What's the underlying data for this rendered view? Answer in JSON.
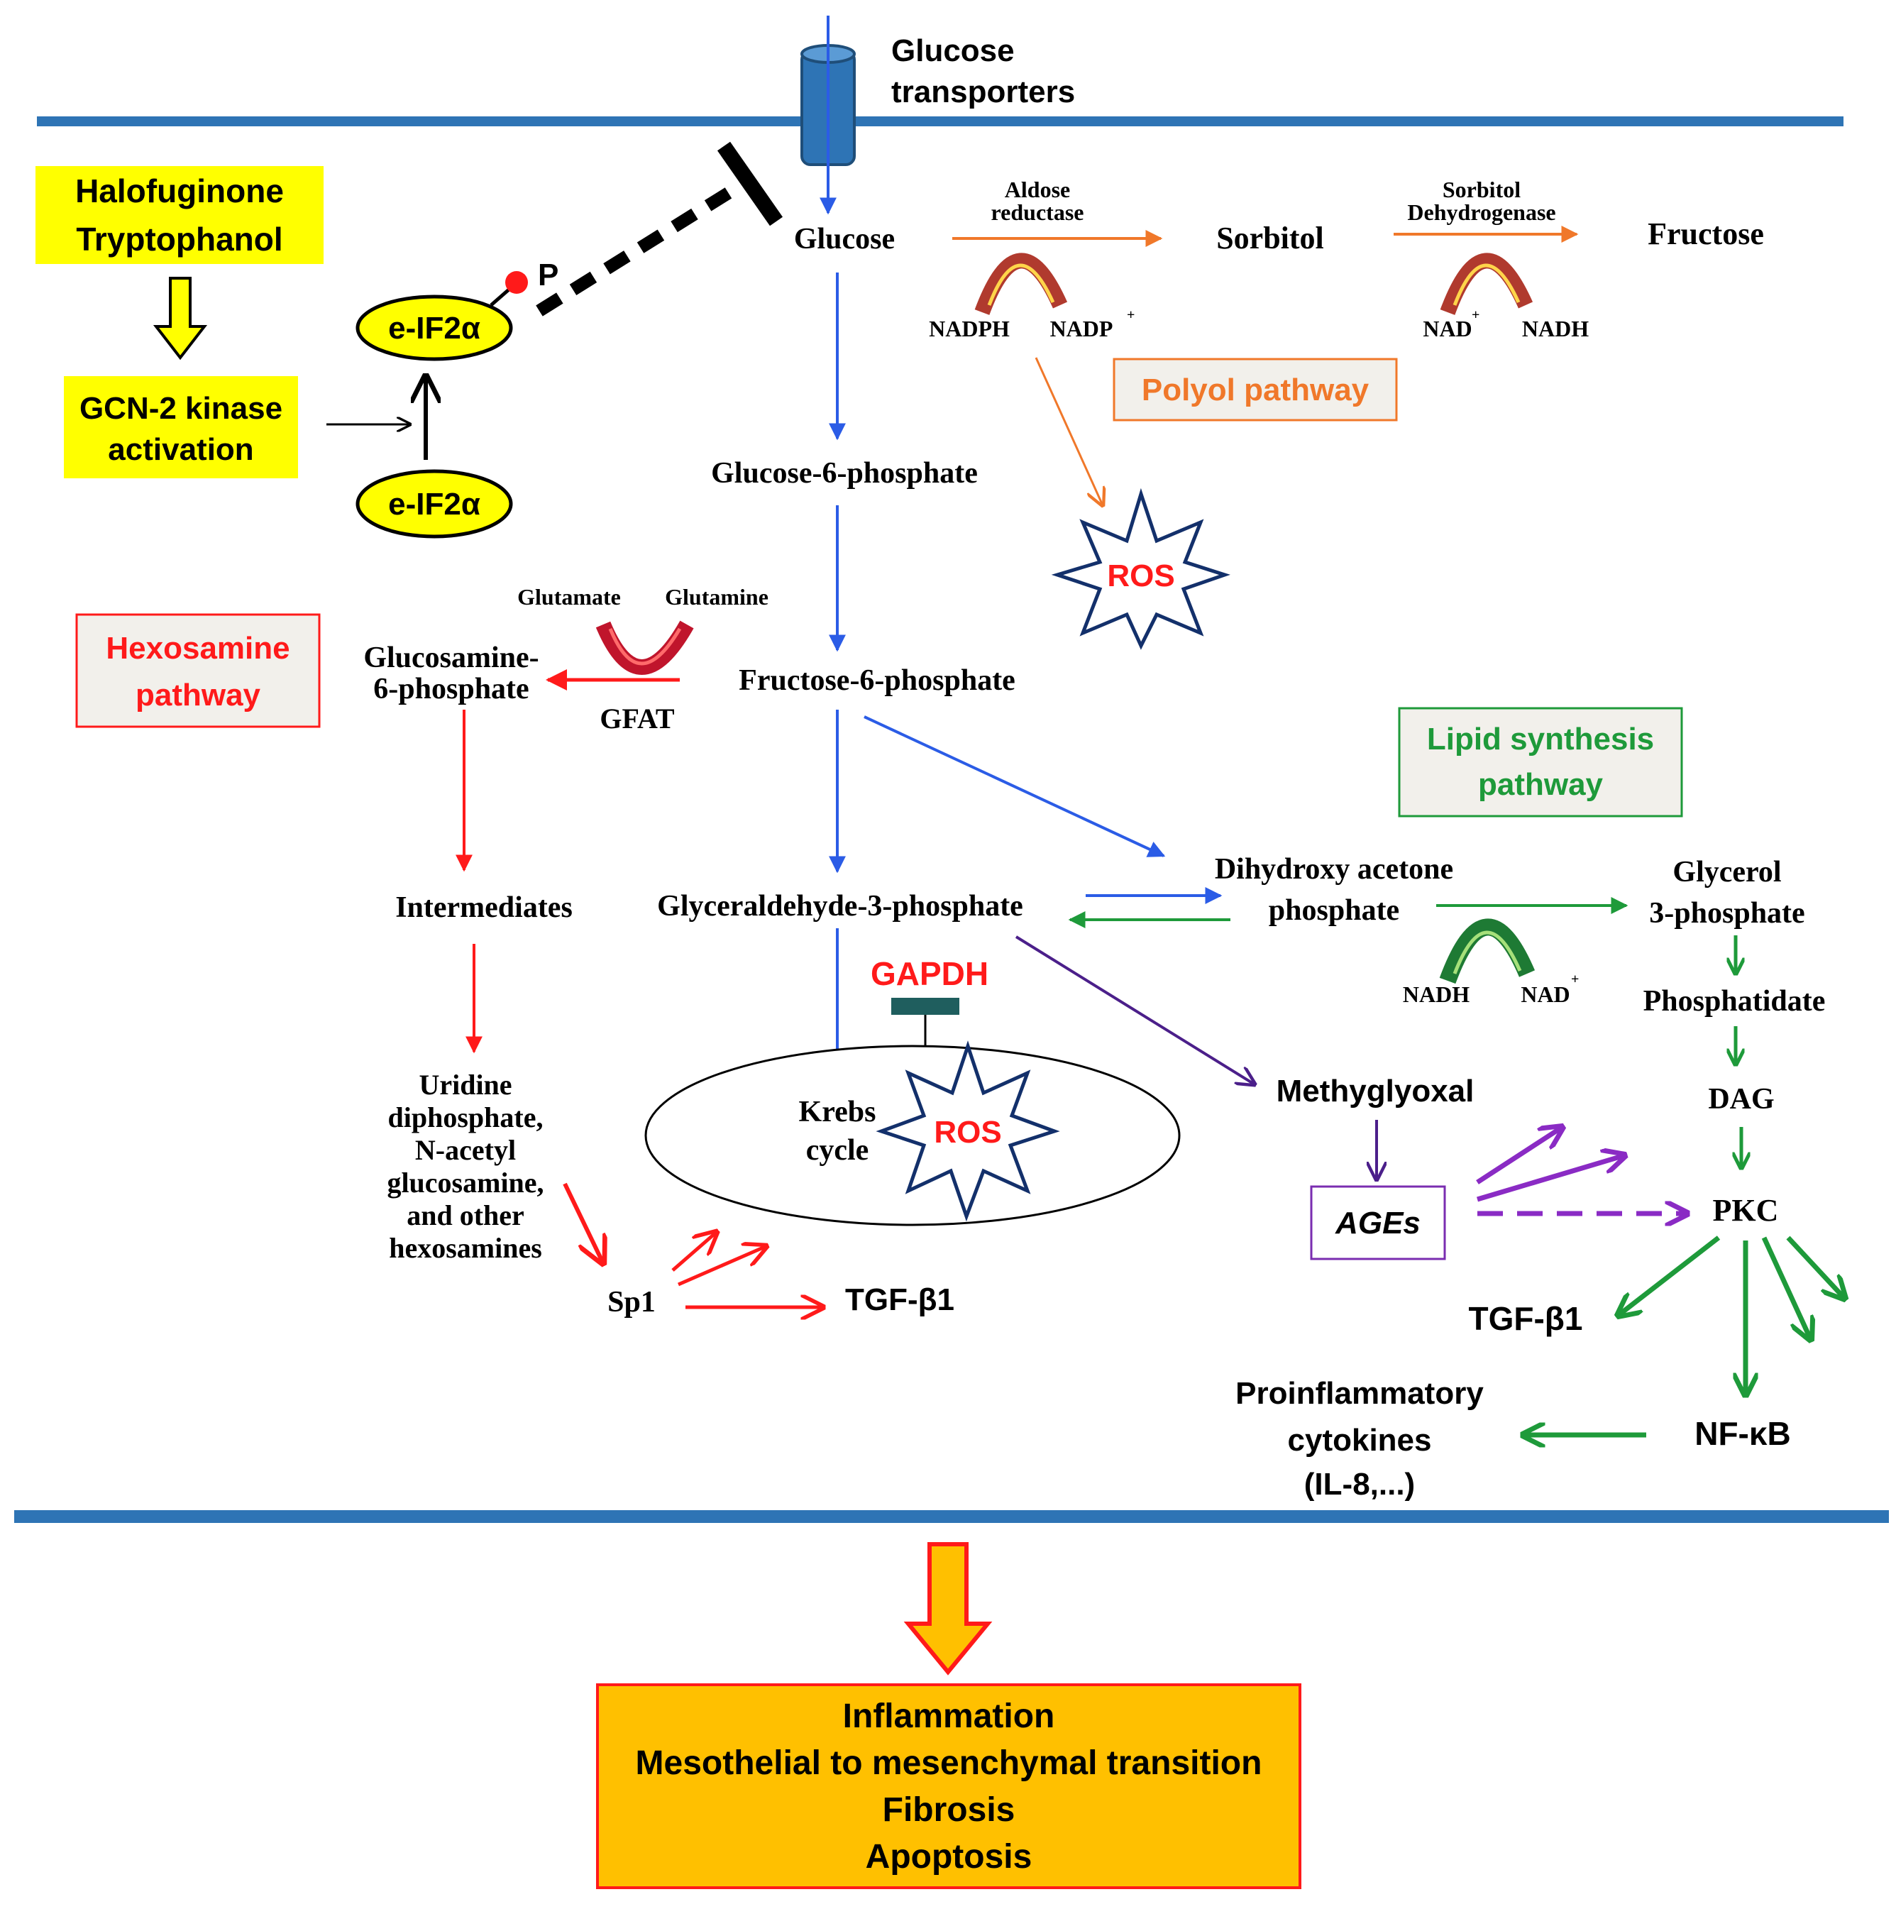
{
  "membrane": {
    "transporter_label_1": "Glucose",
    "transporter_label_2": "transporters"
  },
  "drugs": {
    "line1": "Halofuginone",
    "line2": "Tryptophanol"
  },
  "kinase": {
    "line1": "GCN-2 kinase",
    "line2": "activation"
  },
  "eif2a": {
    "top": "e-IF2α",
    "bottom": "e-IF2α",
    "phospho": "P"
  },
  "glycolysis": {
    "glucose": "Glucose",
    "g6p": "Glucose-6-phosphate",
    "f6p": "Fructose-6-phosphate",
    "gap": "Glyceraldehyde-3-phosphate",
    "dhap_1": "Dihydroxy acetone",
    "dhap_2": "phosphate",
    "gapdh": "GAPDH",
    "krebs_1": "Krebs",
    "krebs_2": "cycle",
    "ros": "ROS"
  },
  "polyol": {
    "aldose_1": "Aldose",
    "aldose_2": "reductase",
    "sorbitol": "Sorbitol",
    "sdh_1": "Sorbitol",
    "sdh_2": "Dehydrogenase",
    "fructose": "Fructose",
    "nadph": "NADPH",
    "nadp": "NADP",
    "nad": "NAD",
    "nadh": "NADH",
    "plus": "+",
    "label": "Polyol pathway",
    "ros": "ROS"
  },
  "hexosamine": {
    "label_1": "Hexosamine",
    "label_2": "pathway",
    "glutamate": "Glutamate",
    "glutamine": "Glutamine",
    "gfat": "GFAT",
    "gln6p_1": "Glucosamine-",
    "gln6p_2": "6-phosphate",
    "intermediates": "Intermediates",
    "udp_1": "Uridine",
    "udp_2": "diphosphate,",
    "udp_3": "N-acetyl",
    "udp_4": "glucosamine,",
    "udp_5": "and other",
    "udp_6": "hexosamines",
    "sp1": "Sp1",
    "tgf": "TGF-β1"
  },
  "lipid": {
    "label_1": "Lipid synthesis",
    "label_2": "pathway",
    "g3p_1": "Glycerol",
    "g3p_2": "3-phosphate",
    "nadh": "NADH",
    "nad": "NAD",
    "plus": "+",
    "phosphatidate": "Phosphatidate",
    "dag": "DAG",
    "pkc": "PKC",
    "tgf": "TGF-β1",
    "nfkb": "NF-κB",
    "cyto_1": "Proinflammatory",
    "cyto_2": "cytokines",
    "cyto_3": "(IL-8,...)"
  },
  "age": {
    "methylglyoxal": "Methyglyoxal",
    "ages": "AGEs"
  },
  "outcome": {
    "line1": "Inflammation",
    "line2": "Mesothelial to mesenchymal transition",
    "line3": "Fibrosis",
    "line4": "Apoptosis"
  },
  "colors": {
    "membrane": "#2e74b5",
    "glycolysis": "#2b5ce6",
    "hexosamine": "#ff1a1a",
    "polyol": "#f0782a",
    "lipid": "#1e9a3a",
    "age": "#7a2db0",
    "outcome_fill": "#ffc000",
    "drug_fill": "#ffff00"
  }
}
